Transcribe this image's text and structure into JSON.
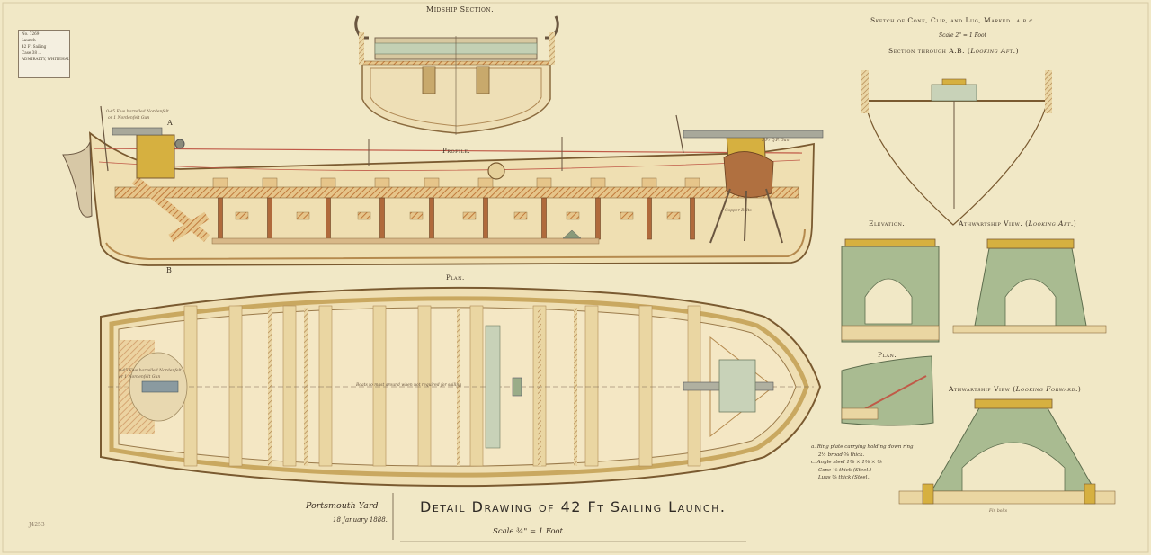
{
  "sheet": {
    "paper_color": "#f1e8c6",
    "colors": {
      "wood": "#e2c98f",
      "wood_dark": "#b98b4e",
      "brass": "#d8b838",
      "steel_green": "#a9bb91",
      "red_line": "#c05a48",
      "ink": "#5a4630"
    }
  },
  "stamp": {
    "rows": [
      "No. 7269",
      "Launch",
      "42 Ft Sailing",
      "Case 38 ...",
      "ADMIRALTY, WHITEHALL"
    ]
  },
  "views": {
    "midship_section": "Midship Section.",
    "profile": "Profile.",
    "plan": "Plan.",
    "label_a": "A",
    "label_b": "B",
    "gun_note_fwd": "0·45 Five barrelled Nordenfelt",
    "gun_note_fwd2": "or 1 Nordenfelt Gun",
    "gun_note_aft": "3 Pr Q.F. Gun",
    "copper_bolts": "Copper Bolts",
    "plan_note": "Boats to mast around when not required for sailing",
    "plan_gun_note": "0·45 Five barrelled Nordenfelt",
    "plan_gun_note2": "or 1 Nordenfelt Gun"
  },
  "detail": {
    "sketch_title": "Sketch of Cone, Clip, and Lug, Marked",
    "sketch_marks": "a  b  c",
    "scale_note": "Scale 2\" = 1 Foot",
    "section_ab": "Section through A.B.",
    "section_ab_dir": "Looking Aft.",
    "elevation": "Elevation.",
    "athwart_aft": "Athwartship View.",
    "athwart_aft_dir": "Looking Aft.",
    "plan": "Plan.",
    "athwart_fwd": "Athwartship View",
    "athwart_fwd_dir": "Looking Forward.",
    "fin_bolts": "Fin bolts"
  },
  "notes": [
    "a. Ring plate carrying holding down ring",
    "2½ broad  ⅝ thick.",
    "c. Angle steel  1⅜ × 1⅜ × ⅛",
    "Cone ⅛ thick  (Steel.)",
    "Lugs ⅝ thick  (Steel.)"
  ],
  "title_block": {
    "yard": "Portsmouth Yard",
    "date": "18 January 1888.",
    "title": "Detail Drawing of 42 Ft Sailing Launch.",
    "scale": "Scale ¾\" = 1 Foot."
  },
  "margin_ref": "J4253"
}
